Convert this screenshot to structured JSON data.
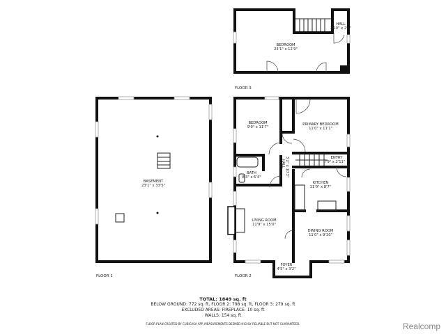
{
  "floors": {
    "floor1": {
      "label": "FLOOR 1",
      "rooms": [
        {
          "name": "BASEMENT",
          "size": "23'1\" x 33'5\""
        }
      ]
    },
    "floor2": {
      "label": "FLOOR 2",
      "rooms": [
        {
          "name": "BEDROOM",
          "size": "9'9\" x 11'7\""
        },
        {
          "name": "PRIMARY BEDROOM",
          "size": "11'0\" x 11'1\""
        },
        {
          "name": "HALL",
          "size": "3'2\" x 10'3\""
        },
        {
          "name": "ENTRY",
          "size": "7'9\" x 2'11\""
        },
        {
          "name": "BATH",
          "size": "8'3\" x 6'4\""
        },
        {
          "name": "KITCHEN",
          "size": "11'0\" x 8'7\""
        },
        {
          "name": "LIVING ROOM",
          "size": "11'9\" x 15'0\""
        },
        {
          "name": "DINING ROOM",
          "size": "11'0\" x 9'10\""
        },
        {
          "name": "FOYER",
          "size": "4'5\" x 3'2\""
        }
      ]
    },
    "floor3": {
      "label": "FLOOR 3",
      "rooms": [
        {
          "name": "BEDROOM",
          "size": "23'1\" x 12'9\""
        },
        {
          "name": "HALL",
          "size": "2'10\" x 2'1\""
        }
      ]
    }
  },
  "summary": {
    "total": "TOTAL: 1849 sq. ft",
    "breakdown": "BELOW GROUND: 772 sq. ft, FLOOR 2: 798 sq. ft, FLOOR 3: 279 sq. ft",
    "excluded": "EXCLUDED AREAS: FIREPLACE: 10 sq. ft",
    "walls": "WALLS: 154 sq. ft",
    "disclaimer": "FLOOR PLAN CREATED BY CUBICASA APP. MEASUREMENTS DEEMED HIGHLY RELIABLE BUT NOT GUARANTEED."
  },
  "watermark": "Realcomp"
}
